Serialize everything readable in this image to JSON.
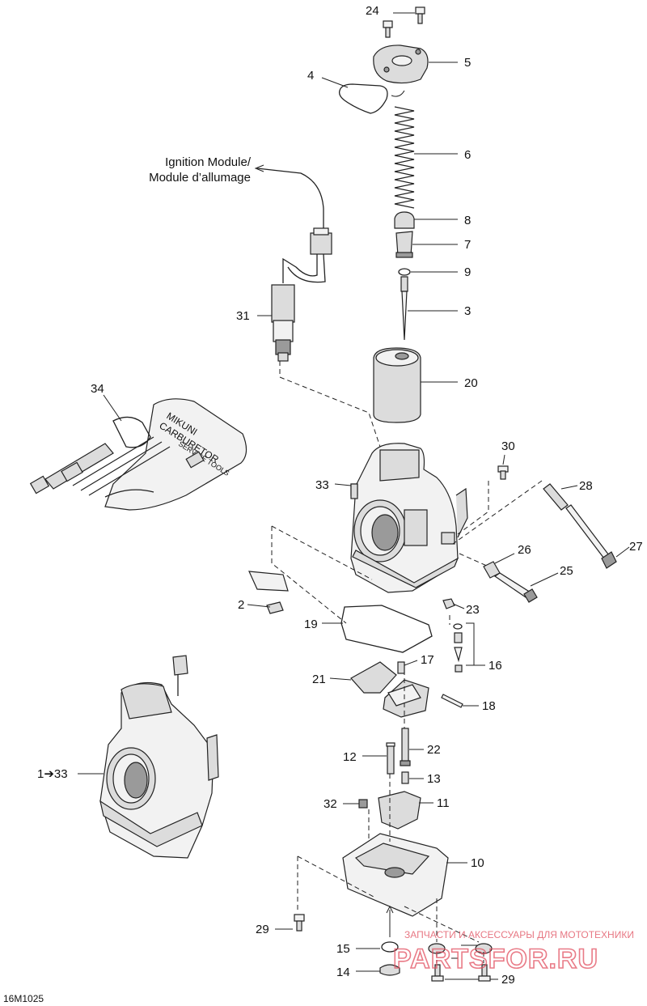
{
  "diagram_code": "16M1025",
  "captions": {
    "ignition_line1": "Ignition Module/",
    "ignition_line2": "Module d’allumage"
  },
  "callouts": {
    "c24": "24",
    "c5": "5",
    "c4": "4",
    "c6": "6",
    "c8": "8",
    "c7": "7",
    "c9": "9",
    "c3": "3",
    "c31": "31",
    "c20": "20",
    "c34": "34",
    "c30": "30",
    "c33": "33",
    "c28": "28",
    "c27": "27",
    "c26": "26",
    "c25": "25",
    "c2": "2",
    "c23": "23",
    "c19": "19",
    "c16": "16",
    "c17": "17",
    "c21": "21",
    "c18": "18",
    "c22": "22",
    "c12": "12",
    "c13": "13",
    "c11": "11",
    "c32": "32",
    "c1_33": "1➔33",
    "c10": "10",
    "c29a": "29",
    "c15": "15",
    "c14": "14",
    "c29b": "29"
  },
  "watermark": {
    "top_text": "ЗАПЧАСТИ И АКСЕССУАРЫ ДЛЯ МОТОТЕХНИКИ",
    "logo_text": "PARTSFOR.RU"
  },
  "tool_kit_lettering": "MIKUNI CARBURETOR SERVICE TOOLS"
}
